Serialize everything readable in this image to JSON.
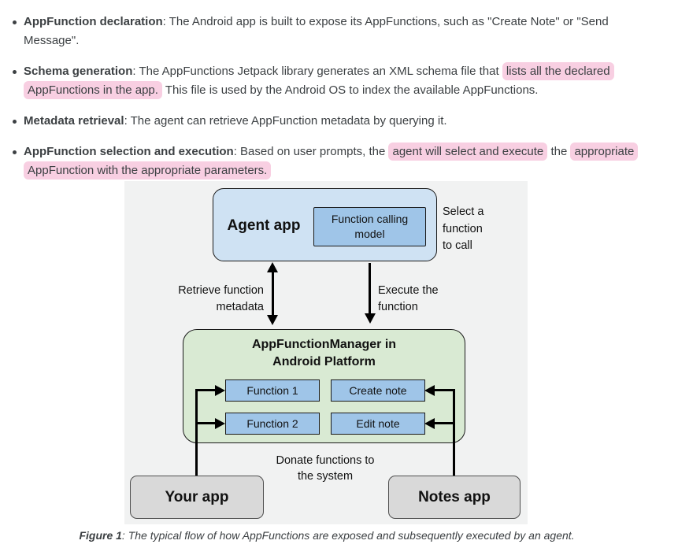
{
  "colors": {
    "highlight": "#f8cfe2",
    "body_text": "#3c4043",
    "diagram_background": "#f1f2f2",
    "agent_box_fill": "#cfe2f3",
    "model_box_fill": "#9fc5e8",
    "manager_box_fill": "#d9ead3",
    "function_box_fill": "#9fc5e8",
    "app_box_fill": "#d9d9d9"
  },
  "bullets": [
    {
      "segments": [
        {
          "text": "AppFunction declaration",
          "bold": true
        },
        {
          "text": ": The Android app is built to expose its AppFunctions, such as \"Create Note\" or \"Send Message\"."
        }
      ]
    },
    {
      "segments": [
        {
          "text": "Schema generation",
          "bold": true
        },
        {
          "text": ": The AppFunctions Jetpack library generates an XML schema file that "
        },
        {
          "text": "lists all the declared AppFunctions in the app.",
          "highlight": true
        },
        {
          "text": " This file is used by the Android OS to index the available AppFunctions."
        }
      ]
    },
    {
      "segments": [
        {
          "text": "Metadata retrieval",
          "bold": true
        },
        {
          "text": ": The agent can retrieve AppFunction metadata by querying it."
        }
      ]
    },
    {
      "segments": [
        {
          "text": "AppFunction selection and execution",
          "bold": true
        },
        {
          "text": ": Based on user prompts, the "
        },
        {
          "text": "agent will select and execute",
          "highlight": true
        },
        {
          "text": " the "
        },
        {
          "text": "appropriate AppFunction with the appropriate parameters.",
          "highlight": true
        }
      ]
    }
  ],
  "diagram": {
    "agent_box": {
      "label": "Agent app"
    },
    "model_box": {
      "label": "Function calling\nmodel"
    },
    "labels": {
      "select": "Select a\nfunction\nto call",
      "retrieve": "Retrieve function\nmetadata",
      "execute": "Execute the\nfunction",
      "donate": "Donate functions to\nthe system"
    },
    "manager_box": {
      "title": "AppFunctionManager in\nAndroid Platform"
    },
    "function_boxes": [
      "Function 1",
      "Create note",
      "Function 2",
      "Edit note"
    ],
    "your_app": {
      "label": "Your app"
    },
    "notes_app": {
      "label": "Notes app"
    }
  },
  "caption": {
    "label": "Figure 1",
    "text": ": The typical flow of how AppFunctions are exposed and subsequently executed by an agent."
  }
}
